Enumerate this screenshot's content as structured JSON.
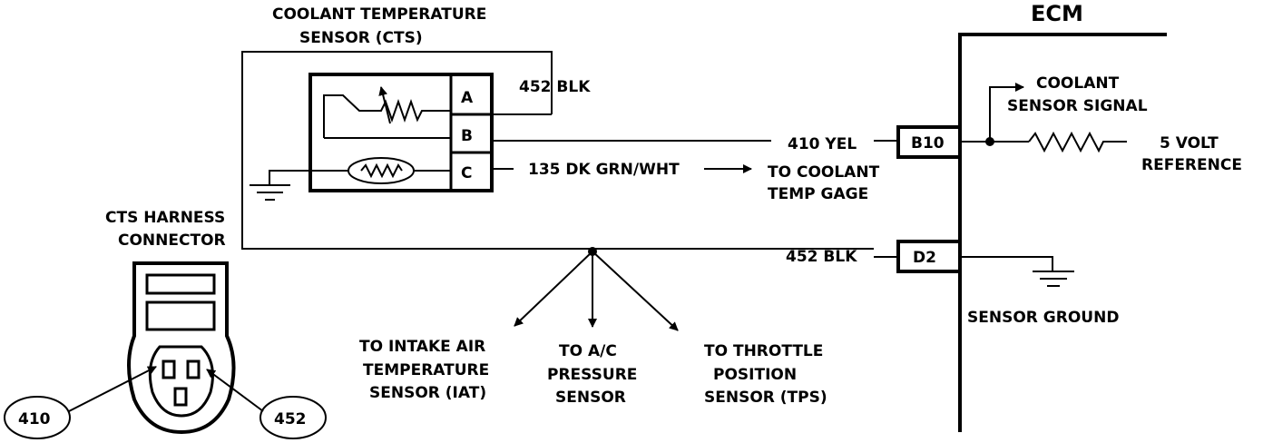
{
  "sensor_title": [
    "COOLANT TEMPERATURE",
    "SENSOR (CTS)"
  ],
  "ecm_title": "ECM",
  "cts_pins": [
    "A",
    "B",
    "C"
  ],
  "ecm_pins": [
    "B10",
    "D2"
  ],
  "wire_labels": {
    "a_wire": "452 BLK",
    "b_wire": "410 YEL",
    "c_wire": "135 DK GRN/WHT",
    "ground_wire": "452 BLK"
  },
  "to_gage": [
    "TO COOLANT",
    "TEMP GAGE"
  ],
  "coolant_signal": [
    "COOLANT",
    "SENSOR  SIGNAL"
  ],
  "five_volt": [
    "5 VOLT",
    "REFERENCE"
  ],
  "sensor_ground": "SENSOR GROUND",
  "harness": [
    "CTS HARNESS",
    "CONNECTOR"
  ],
  "connector_callouts": [
    "410",
    "452"
  ],
  "splice_destinations": [
    [
      "TO INTAKE AIR",
      "TEMPERATURE",
      "SENSOR (IAT)"
    ],
    [
      "TO A/C",
      "PRESSURE",
      "SENSOR"
    ],
    [
      "TO THROTTLE",
      "POSITION",
      "SENSOR (TPS)"
    ]
  ]
}
